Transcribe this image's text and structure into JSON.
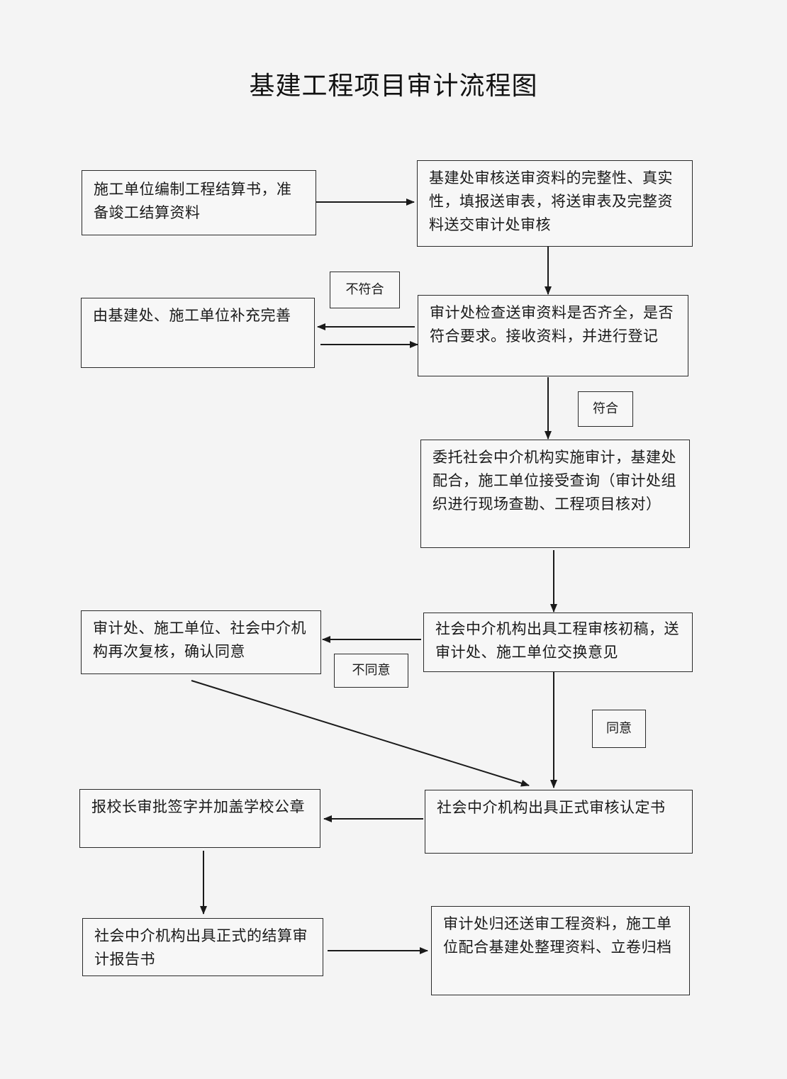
{
  "title": "基建工程项目审计流程图",
  "boxes": {
    "prepare_settlement": "施工单位编制工程结算书，准备竣工结算资料",
    "review_materials": "基建处审核送审资料的完整性、真实性，填报送审表，将送审表及完整资料送交审计处审核",
    "supplement": "由基建处、施工单位补充完善",
    "check_register": "审计处检查送审资料是否齐全，是否符合要求。接收资料，并进行登记",
    "entrust_agency": "委托社会中介机构实施审计，基建处配合，施工单位接受查询（审计处组织进行现场查勘、工程项目核对）",
    "recheck": "审计处、施工单位、社会中介机构再次复核，确认同意",
    "draft_review": "社会中介机构出具工程审核初稿，送审计处、施工单位交换意见",
    "formal_certificate": "社会中介机构出具正式审核认定书",
    "president_approval": "报校长审批签字并加盖学校公章",
    "audit_report": "社会中介机构出具正式的结算审计报告书",
    "archive": "审计处归还送审工程资料，施工单位配合基建处整理资料、立卷归档"
  },
  "labels": {
    "not_compliant": "不符合",
    "compliant": "符合",
    "disagree": "不同意",
    "agree": "同意"
  }
}
